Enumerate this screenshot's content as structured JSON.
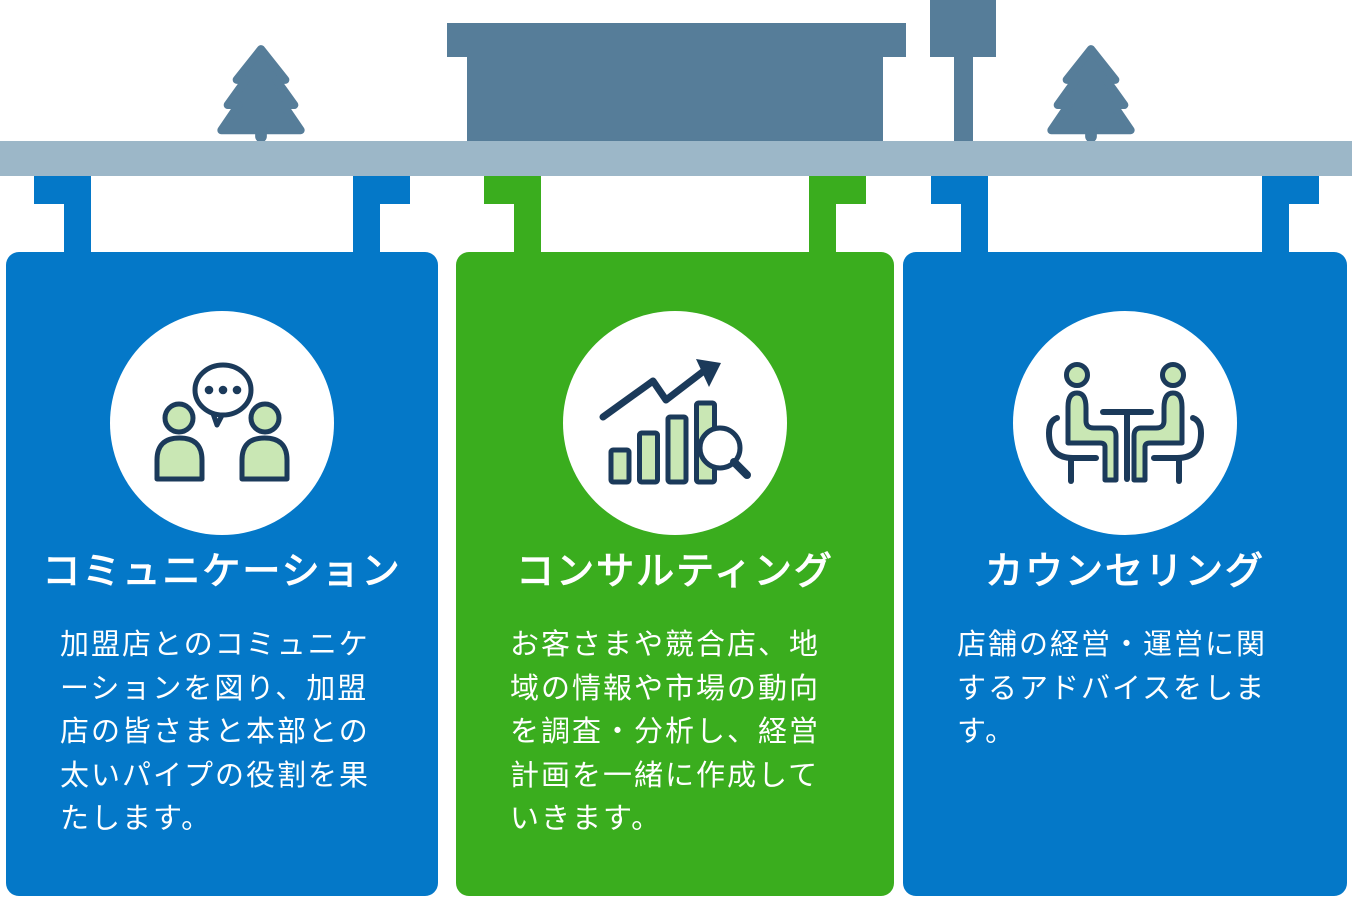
{
  "colors": {
    "background": "#ffffff",
    "beam": "#9cb7c8",
    "silhouette": "#567d99",
    "icon_outline": "#1b3a5a",
    "icon_fill": "#c9e7b4",
    "icon_bg": "#ffffff",
    "card_text": "#ffffff",
    "card_blue": "#0478c8",
    "card_green": "#3aad1e"
  },
  "scene": {
    "left_tree": "pine-tree-icon",
    "right_tree": "pine-tree-icon",
    "building": "building-silhouette-icon",
    "signpost": "signpost-icon",
    "beam": "hanging-rail"
  },
  "cards": [
    {
      "id": "communication",
      "accent": "#0478c8",
      "icon": "people-speech-bubble-icon",
      "title": "コミュニケーション",
      "body": "加盟店とのコミュニケ\nーションを図り、加盟\n店の皆さまと本部との\n太いパイプの役割を果\nたします。"
    },
    {
      "id": "consulting",
      "accent": "#3aad1e",
      "icon": "bar-chart-growth-magnifier-icon",
      "title": "コンサルティング",
      "body": "お客さまや競合店、地\n域の情報や市場の動向\nを調査・分析し、経営\n計画を一緒に作成して\nいきます。"
    },
    {
      "id": "counseling",
      "accent": "#0478c8",
      "icon": "two-people-table-icon",
      "title": "カウンセリング",
      "body": "店舗の経営・運営に関\nするアドバイスをしま\nす。"
    }
  ]
}
